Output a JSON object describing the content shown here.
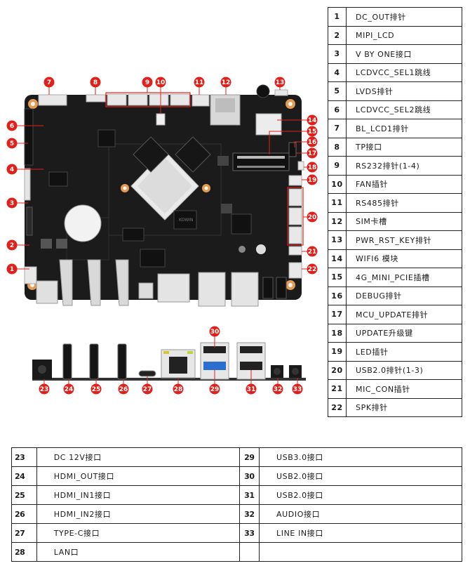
{
  "colors": {
    "marker_red": "#e0211b",
    "pcb_black": "#1b1b1b",
    "connector_white": "#e8e8e8",
    "mount_hole_copper": "#e59a52",
    "table_border": "#222222"
  },
  "components_top": [
    {
      "num": "1",
      "name": "DC_OUT排针"
    },
    {
      "num": "2",
      "name": "MIPI_LCD"
    },
    {
      "num": "3",
      "name": "V BY ONE接口"
    },
    {
      "num": "4",
      "name": "LCDVCC_SEL1跳线"
    },
    {
      "num": "5",
      "name": "LVDS排针"
    },
    {
      "num": "6",
      "name": "LCDVCC_SEL2跳线"
    },
    {
      "num": "7",
      "name": "BL_LCD1排针"
    },
    {
      "num": "8",
      "name": "TP接口"
    },
    {
      "num": "9",
      "name": "RS232排针(1-4)"
    },
    {
      "num": "10",
      "name": "FAN插针"
    },
    {
      "num": "11",
      "name": "RS485排针"
    },
    {
      "num": "12",
      "name": "SIM卡槽"
    },
    {
      "num": "13",
      "name": "PWR_RST_KEY排针"
    },
    {
      "num": "14",
      "name": "WIFI6 模块"
    },
    {
      "num": "15",
      "name": "4G_MINI_PCIE插槽"
    },
    {
      "num": "16",
      "name": "DEBUG排针"
    },
    {
      "num": "17",
      "name": "MCU_UPDATE排针"
    },
    {
      "num": "18",
      "name": "UPDATE升级键"
    },
    {
      "num": "19",
      "name": "LED插针"
    },
    {
      "num": "20",
      "name": "USB2.0排针(1-3)"
    },
    {
      "num": "21",
      "name": "MIC_CON插针"
    },
    {
      "num": "22",
      "name": "SPK排针"
    }
  ],
  "components_bottom_left": [
    {
      "num": "23",
      "name": "DC 12V接口"
    },
    {
      "num": "24",
      "name": "HDMI_OUT接口"
    },
    {
      "num": "25",
      "name": "HDMI_IN1接口"
    },
    {
      "num": "26",
      "name": "HDMI_IN2接口"
    },
    {
      "num": "27",
      "name": "TYPE-C接口"
    },
    {
      "num": "28",
      "name": "LAN口"
    }
  ],
  "components_bottom_right": [
    {
      "num": "29",
      "name": "USB3.0接口"
    },
    {
      "num": "30",
      "name": "USB2.0接口"
    },
    {
      "num": "31",
      "name": "USB2.0接口"
    },
    {
      "num": "32",
      "name": "AUDIO接口"
    },
    {
      "num": "33",
      "name": "LINE IN接口"
    },
    {
      "num": "",
      "name": ""
    }
  ],
  "board_markers": [
    "1",
    "2",
    "3",
    "4",
    "5",
    "6",
    "7",
    "8",
    "9",
    "10",
    "11",
    "12",
    "13",
    "14",
    "15",
    "16",
    "17",
    "18",
    "19",
    "20",
    "21",
    "22"
  ],
  "io_markers": [
    "23",
    "24",
    "25",
    "26",
    "27",
    "28",
    "29",
    "30",
    "31",
    "32",
    "33"
  ],
  "board_chip_label": "KOWIN"
}
